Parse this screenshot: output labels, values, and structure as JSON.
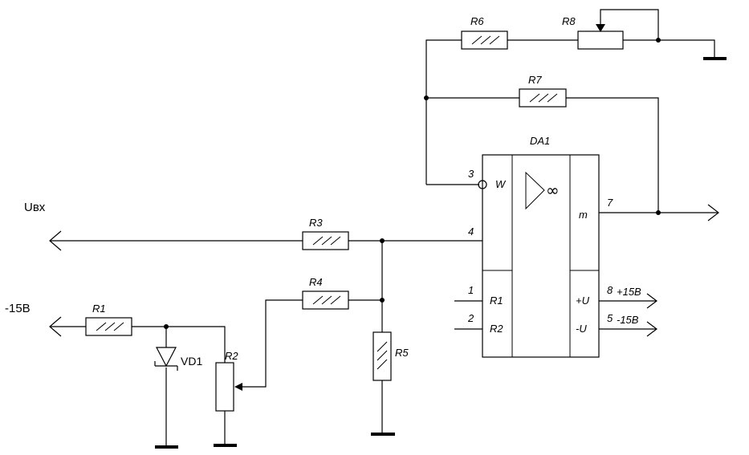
{
  "signals": {
    "input": "Uвх",
    "supply": "-15B"
  },
  "components": {
    "r1": "R1",
    "r2": "R2",
    "r3": "R3",
    "r4": "R4",
    "r5": "R5",
    "r6": "R6",
    "r7": "R7",
    "r8": "R8",
    "vd1": "VD1"
  },
  "chip": {
    "name": "DA1",
    "symbol": "∞",
    "left_labels": {
      "w": "W",
      "r1": "R1",
      "r2": "R2"
    },
    "right_labels": {
      "m": "m",
      "pos": "+U",
      "neg": "-U"
    },
    "pins": {
      "w": "3",
      "in": "4",
      "r1": "1",
      "r2": "2",
      "out": "7",
      "pos": "8",
      "neg": "5"
    }
  },
  "rails": {
    "pos": "+15B",
    "neg": "-15B"
  }
}
